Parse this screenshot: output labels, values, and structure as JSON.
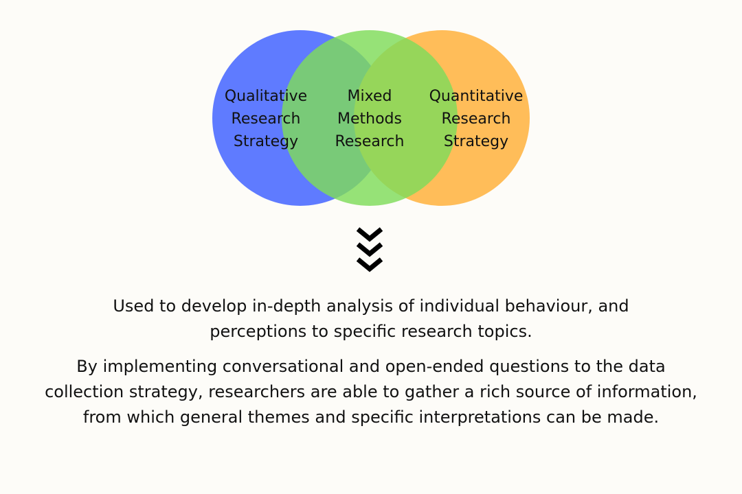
{
  "diagram": {
    "circles": [
      {
        "id": "qualitative",
        "lines": [
          "Qualitative",
          "Research",
          "Strategy"
        ],
        "color": "#5f7bff"
      },
      {
        "id": "mixed",
        "lines": [
          "Mixed",
          "Methods",
          "Research"
        ],
        "color": "#7fdc5a"
      },
      {
        "id": "quantitative",
        "lines": [
          "Quantitative",
          "Research",
          "Strategy"
        ],
        "color": "#ffbd59"
      }
    ],
    "arrow_icon": "triple-chevron-down-icon"
  },
  "description": {
    "paragraph_1": "Used to develop in-depth analysis of individual behaviour, and perceptions to specific research topics.",
    "paragraph_2": "By implementing conversational and open-ended questions to the data collection strategy, researchers are able to gather a rich source of information, from which general themes and specific interpretations can be made."
  }
}
